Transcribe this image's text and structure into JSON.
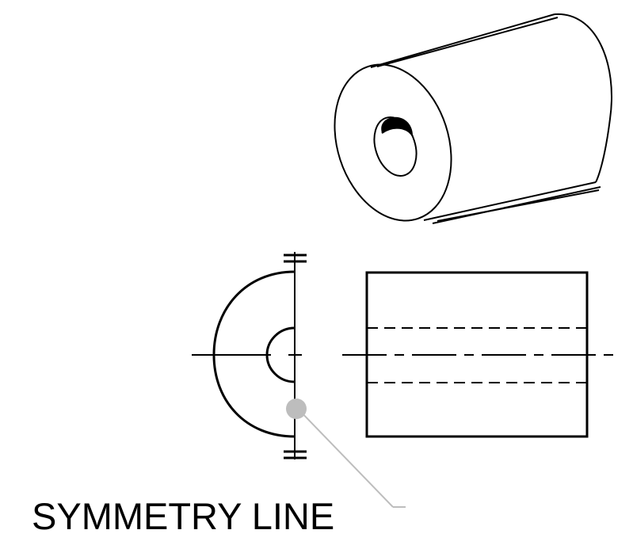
{
  "callout": {
    "label": "SYMMETRY LINE",
    "leader_color": "#bdbdbd"
  },
  "colors": {
    "line": "#000000",
    "background": "#ffffff",
    "callout_dot": "#bdbdbd"
  },
  "views": {
    "isometric": "cylinder-with-bore",
    "side": "half-view-with-symmetry-line",
    "front": "rectangle-with-hidden-bore"
  }
}
